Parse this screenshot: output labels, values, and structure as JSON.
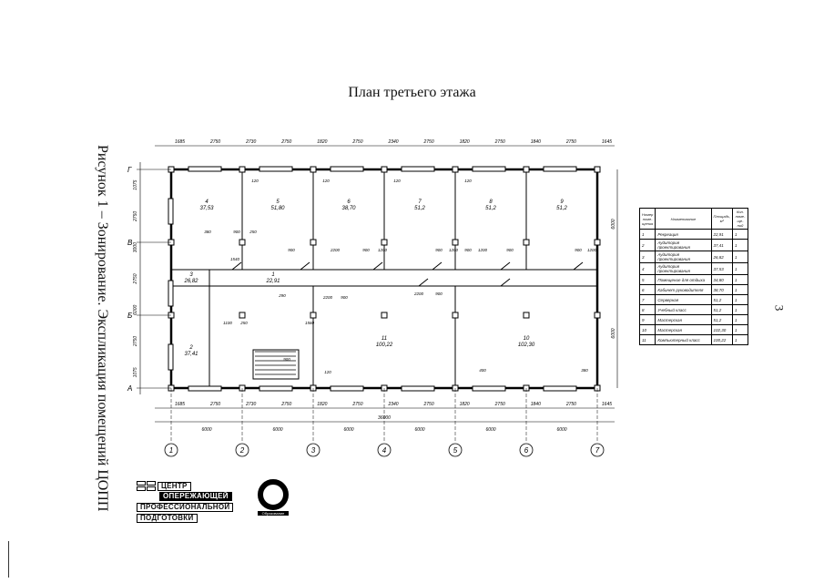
{
  "title": "План третьего этажа",
  "caption": "Рисунок 1 – Зонирование. Экспликация помещений ЦОПП",
  "page_number": "3",
  "plan": {
    "top_dims": [
      "1685",
      "2750",
      "2730",
      "2750",
      "1820",
      "2750",
      "2340",
      "2750",
      "1820",
      "2750",
      "1840",
      "2750",
      "1645"
    ],
    "bottom_dims": [
      "1685",
      "2750",
      "2730",
      "2750",
      "1820",
      "2750",
      "2340",
      "2750",
      "1820",
      "2750",
      "1840",
      "2750",
      "1645"
    ],
    "bottom_axis_dims": [
      "6000",
      "6000",
      "6000",
      "6000",
      "6000",
      "6000"
    ],
    "total_dim": "36000",
    "axes_x": [
      "1",
      "2",
      "3",
      "4",
      "5",
      "6",
      "7"
    ],
    "axes_y": [
      "Г",
      "В",
      "Б",
      "А"
    ],
    "left_dims": [
      "1075",
      "2750",
      "3000",
      "2750",
      "6000",
      "2750",
      "1075"
    ],
    "right_dims": [
      "6000",
      "6000"
    ],
    "rooms": [
      {
        "num": "4",
        "area": "37,53"
      },
      {
        "num": "5",
        "area": "51,80"
      },
      {
        "num": "6",
        "area": "38,70"
      },
      {
        "num": "7",
        "area": "51,2"
      },
      {
        "num": "8",
        "area": "51,2"
      },
      {
        "num": "9",
        "area": "51,2"
      },
      {
        "num": "3",
        "area": "26,82"
      },
      {
        "num": "1",
        "area": "22,91"
      },
      {
        "num": "2",
        "area": "37,41"
      },
      {
        "num": "11",
        "area": "100,22"
      },
      {
        "num": "10",
        "area": "102,30"
      }
    ],
    "inner_dims": [
      "120",
      "120",
      "120",
      "120",
      "900",
      "250",
      "900",
      "2200",
      "900",
      "1200",
      "900",
      "1200",
      "900",
      "1200",
      "900",
      "900",
      "1200",
      "380",
      "1540",
      "2200",
      "900",
      "2200",
      "900",
      "290",
      "1560",
      "1100",
      "250",
      "900",
      "120",
      "400",
      "380"
    ]
  },
  "legend": {
    "headers": [
      "Номер поме-щения",
      "Наименование",
      "Площадь, м²",
      "Кол. поме-ще-ний"
    ],
    "rows": [
      [
        "1",
        "Рекреация",
        "22,91",
        "1"
      ],
      [
        "2",
        "Аудитория проектирования",
        "37,41",
        "1"
      ],
      [
        "3",
        "Аудитория проектирования",
        "26,82",
        "1"
      ],
      [
        "4",
        "Аудитория проектирования",
        "37,53",
        "1"
      ],
      [
        "5",
        "Помещение для отдыха",
        "34,80",
        "1"
      ],
      [
        "6",
        "Кабинет руководителя",
        "38,70",
        "1"
      ],
      [
        "7",
        "Серверная",
        "51,2",
        "1"
      ],
      [
        "8",
        "Учебный класс",
        "51,2",
        "1"
      ],
      [
        "9",
        "Мастерская",
        "51,2",
        "1"
      ],
      [
        "10",
        "Мастерская",
        "102,30",
        "1"
      ],
      [
        "11",
        "Компьютерный класс",
        "100,22",
        "1"
      ]
    ]
  },
  "logo": {
    "line1": "ЦЕНТР",
    "line2": "ОПЕРЕЖАЮЩЕЙ",
    "line3": "ПРОФЕССИОНАЛЬНОЙ",
    "line4": "ПОДГОТОВКИ",
    "ring_label": "Образование"
  }
}
